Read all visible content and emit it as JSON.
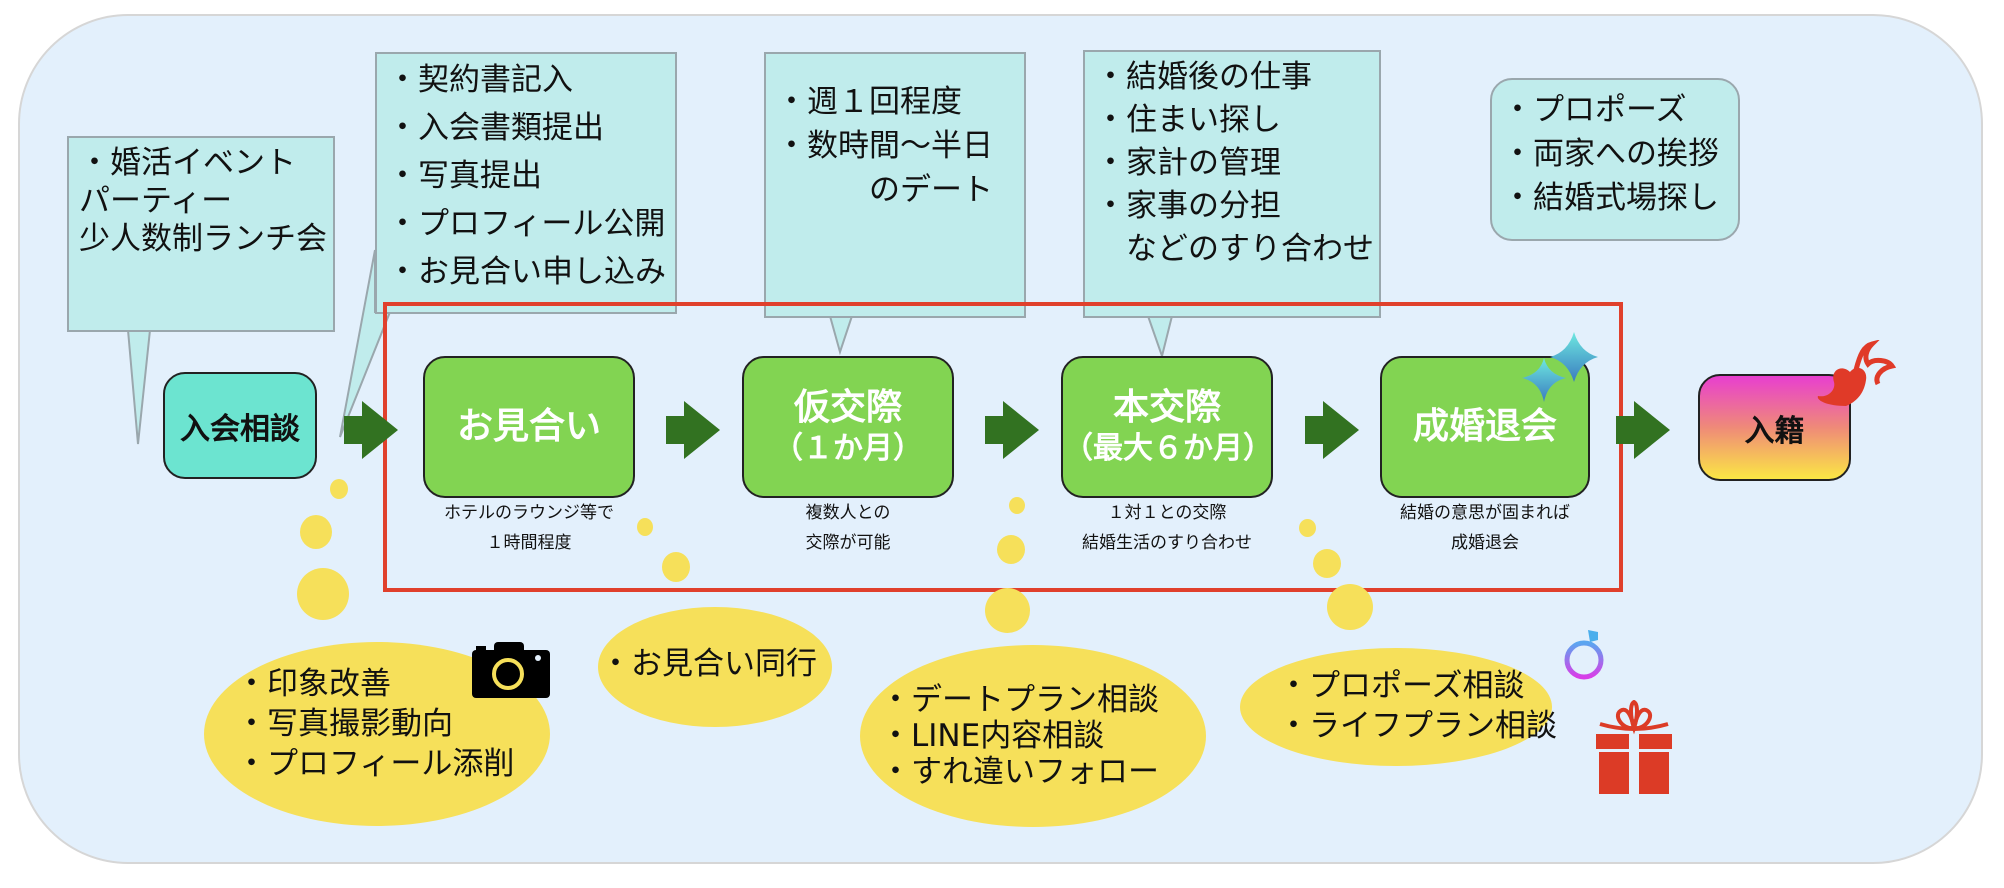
{
  "diagram": {
    "steps": [
      {
        "id": "nyukai-soudan",
        "label": "入会相談",
        "caption": ""
      },
      {
        "id": "omiai",
        "label": "お見合い",
        "sub": "",
        "caption": "ホテルのラウンジ等で\n１時間程度"
      },
      {
        "id": "kari-kousai",
        "label": "仮交際",
        "sub": "（１か月）",
        "caption": "複数人との\n交際が可能"
      },
      {
        "id": "hon-kousai",
        "label": "本交際",
        "sub": "（最大６か月）",
        "caption": "１対１との交際\n結婚生活のすり合わせ"
      },
      {
        "id": "seikon-taikai",
        "label": "成婚退会",
        "sub": "",
        "caption": "結婚の意思が固まれば\n成婚退会"
      },
      {
        "id": "nyuseki",
        "label": "入籍",
        "caption": ""
      }
    ],
    "top_callouts": [
      {
        "text": "・婚活イベント\nパーティー\n少人数制ランチ会"
      },
      {
        "text": "・契約書記入\n・入会書類提出\n・写真提出\n・プロフィール公開\n・お見合い申し込み"
      },
      {
        "text": "・週１回程度\n・数時間〜半日\n　　　のデート"
      },
      {
        "text": "・結婚後の仕事\n・住まい探し\n・家計の管理\n・家事の分担\n　などのすり合わせ"
      },
      {
        "text": "・プロポーズ\n・両家への挨拶\n・結婚式場探し"
      }
    ],
    "support_bubbles": [
      {
        "text": "・印象改善\n・写真撮影動向\n・プロフィール添削"
      },
      {
        "text": "・お見合い同行"
      },
      {
        "text": "・デートプラン相談\n・LINE内容相談\n・すれ違いフォロー"
      },
      {
        "text": "・プロポーズ相談\n・ライフプラン相談"
      }
    ],
    "icons": [
      "camera-icon",
      "sparkle-icon",
      "heart-ribbon-icon",
      "ring-icon",
      "gift-icon"
    ],
    "colors": {
      "background": "#e3f0fc",
      "callout": "#c0ecec",
      "step_green": "#82d452",
      "step_teal": "#6ce4d0",
      "arrow": "#327221",
      "highlight_frame": "#e0402c",
      "bubble": "#f6e05a"
    }
  }
}
